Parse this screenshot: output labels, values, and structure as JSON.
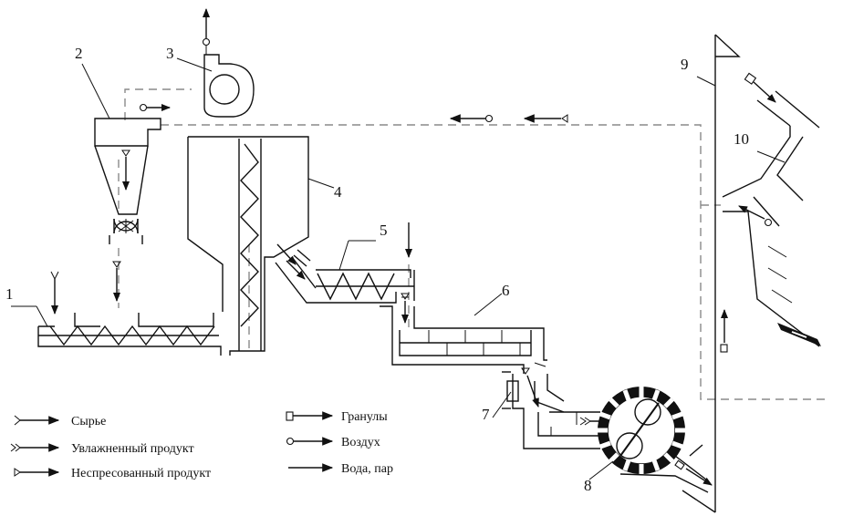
{
  "labels": {
    "n1": "1",
    "n2": "2",
    "n3": "3",
    "n4": "4",
    "n5": "5",
    "n6": "6",
    "n7": "7",
    "n8": "8",
    "n9": "9",
    "n10": "10"
  },
  "legend": {
    "raw": "Сырье",
    "moist": "Увлажненный  продукт",
    "unpressed": "Неспресованный продукт",
    "granules": "Гранулы",
    "air": "Воздух",
    "water": "Вода,  пар"
  }
}
